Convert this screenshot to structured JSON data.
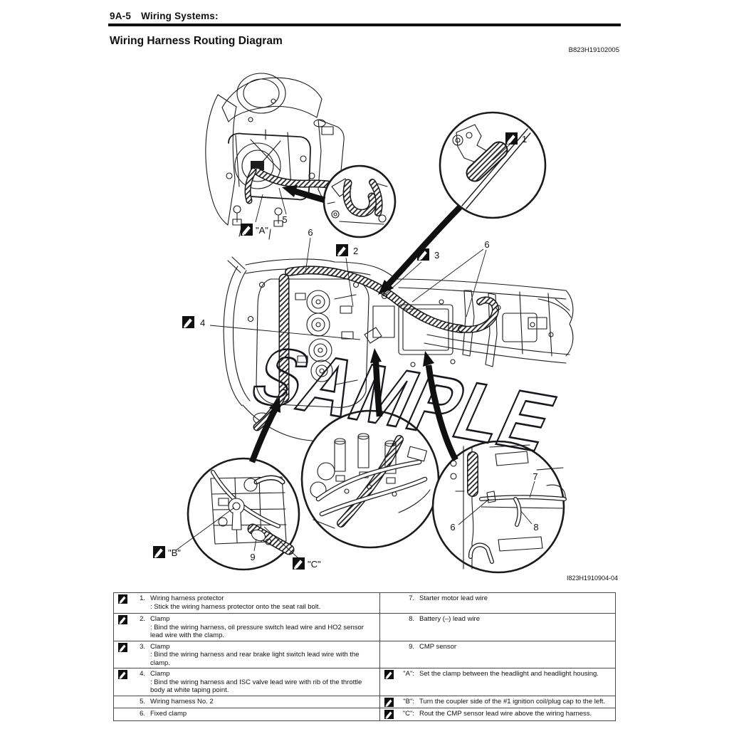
{
  "page": {
    "section_code": "9A-5",
    "section_name": "Wiring Systems:",
    "title": "Wiring Harness Routing Diagram",
    "doc_code": "B823H19102005",
    "figure_code": "I823H1910904-04",
    "watermark": "SAMPLE"
  },
  "diagram": {
    "callouts": {
      "c1": "1",
      "c2": "2",
      "c3": "3",
      "c4": "4",
      "c5": "5",
      "c6_top": "6",
      "c6_right": "6",
      "c6_bottom": "6",
      "c7": "7",
      "c8": "8",
      "c9": "9",
      "ca": "\"A\"",
      "cb": "\"B\"",
      "cc": "\"C\""
    }
  },
  "legend": {
    "left": [
      {
        "num": "1.",
        "name": "Wiring harness protector",
        "desc": ": Stick the wiring harness protector onto the seat rail bolt."
      },
      {
        "num": "2.",
        "name": "Clamp",
        "desc": ": Bind the wiring harness, oil pressure switch lead wire and HO2 sensor lead wire with the clamp."
      },
      {
        "num": "3.",
        "name": "Clamp",
        "desc": ": Bind the wiring harness and rear brake light switch lead wire with the clamp."
      },
      {
        "num": "4.",
        "name": "Clamp",
        "desc": ": Bind the wiring harness and ISC valve lead wire with rib of the throttle body at white taping point."
      },
      {
        "num": "5.",
        "name": "Wiring harness No. 2",
        "desc": ""
      },
      {
        "num": "6.",
        "name": "Fixed clamp",
        "desc": ""
      }
    ],
    "right": [
      {
        "num": "7.",
        "name": "Starter motor lead wire",
        "desc": ""
      },
      {
        "num": "8.",
        "name": "Battery (–) lead wire",
        "desc": ""
      },
      {
        "num": "9.",
        "name": "CMP sensor",
        "desc": ""
      },
      {
        "num": "\"A\":",
        "name": "Set the clamp between the headlight and headlight housing.",
        "desc": ""
      },
      {
        "num": "\"B\":",
        "name": "Turn the coupler side of the #1 ignition coil/plug cap to the left.",
        "desc": ""
      },
      {
        "num": "\"C\":",
        "name": "Rout the CMP sensor lead wire above the wiring harness.",
        "desc": ""
      }
    ]
  }
}
